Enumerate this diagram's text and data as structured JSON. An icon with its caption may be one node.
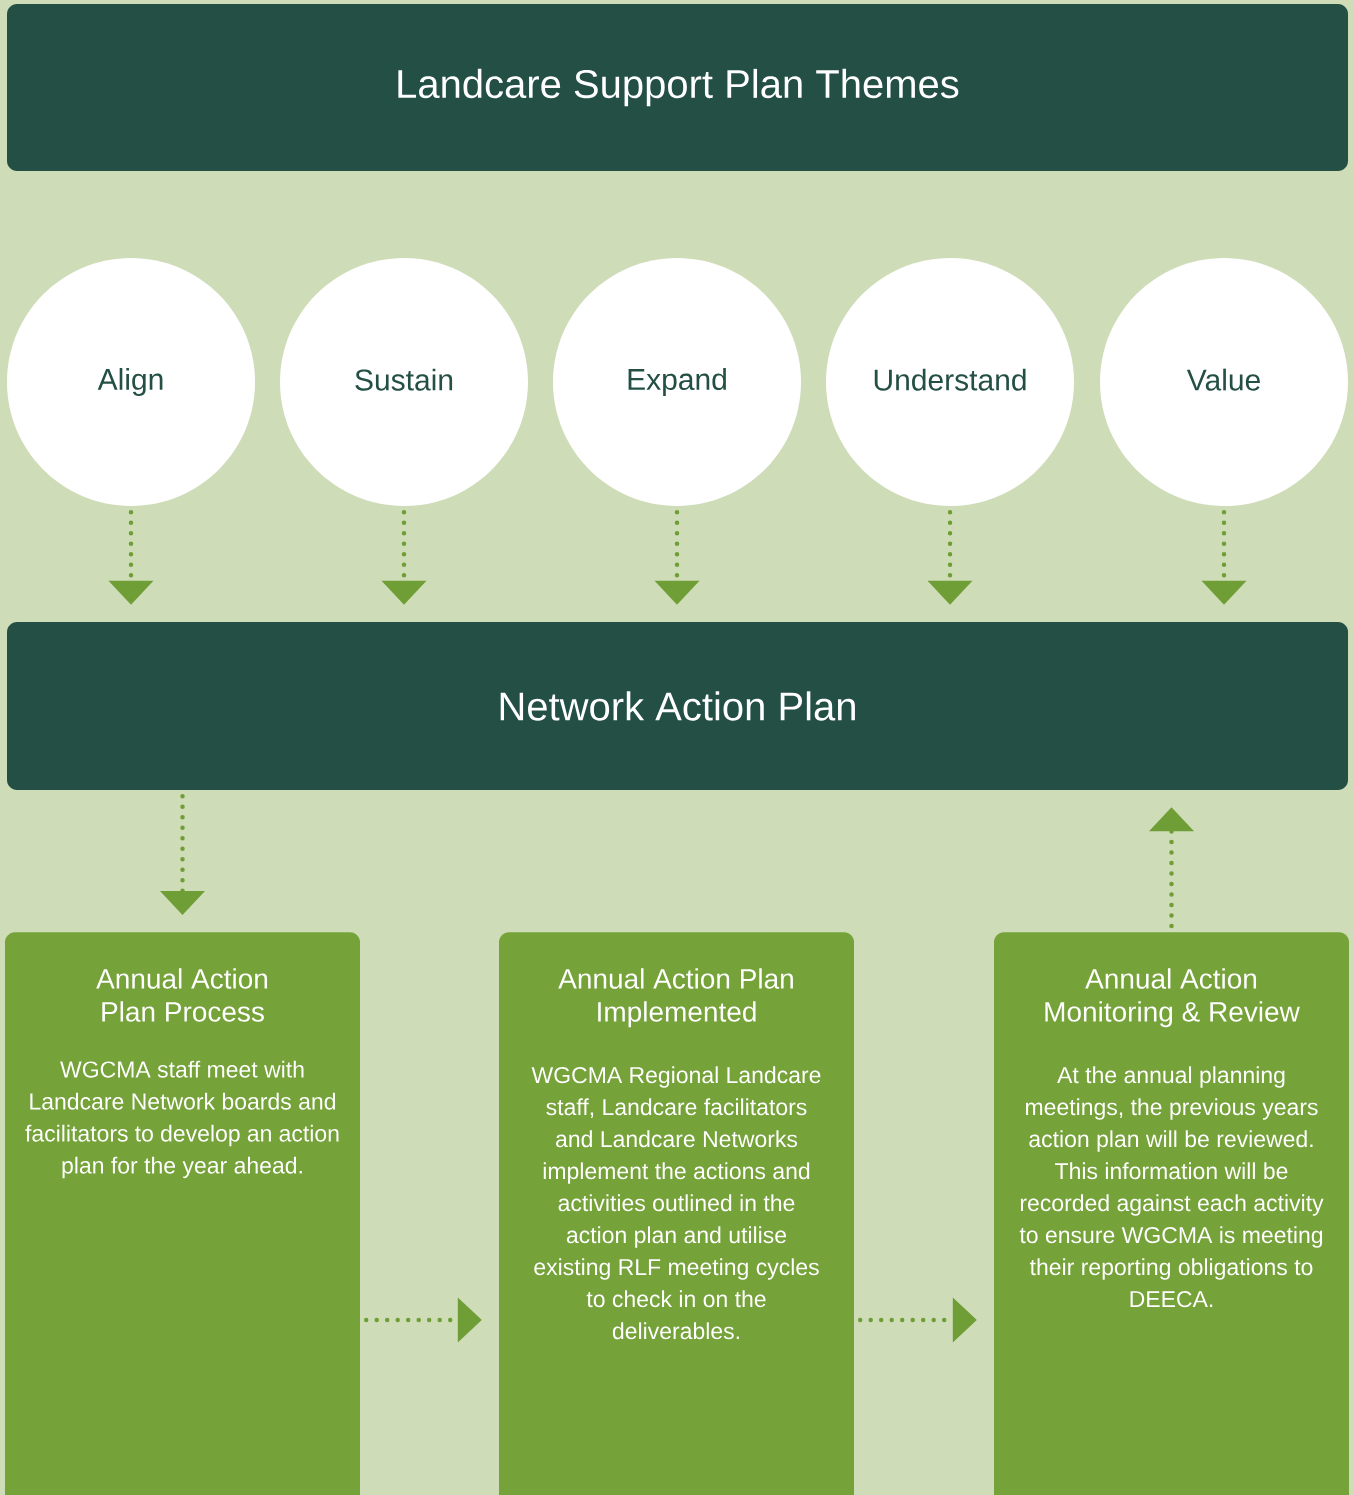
{
  "diagram": {
    "nodes": [
      {
        "text": [
          "Landcare Support Plan Themes"
        ]
      },
      {
        "text": [
          "Align"
        ]
      },
      {
        "text": [
          "Sustain"
        ]
      },
      {
        "text": [
          "Expand"
        ]
      },
      {
        "text": [
          "Understand"
        ]
      },
      {
        "text": [
          "Value"
        ]
      },
      {
        "text": [
          "Network Action Plan"
        ]
      },
      {
        "text": [
          "Annual Action Plan Process",
          "WGCMA staff meet with Landcare Network boards and facilitators to develop an action plan for the year ahead."
        ]
      },
      {
        "text": [
          "Annual Action Plan Implemented",
          "WGCMA Regional Landcare staff, Landcare facilitators and Landcare Networks implement the actions and activities outlined in the action plan and utilise existing RLF meeting cycles to check in on the deliverables."
        ]
      },
      {
        "text": [
          "Annual Action Monitoring & Review",
          "At the annual planning meetings, the previous years action plan will be reviewed. This information will be recorded against each activity to ensure WGCMA is meeting their reporting obligations to DEECA."
        ]
      }
    ],
    "edges": [
      {
        "from": 1,
        "to": 6,
        "arrow": "to"
      },
      {
        "from": 2,
        "to": 6,
        "arrow": "to"
      },
      {
        "from": 3,
        "to": 6,
        "arrow": "to"
      },
      {
        "from": 4,
        "to": 6,
        "arrow": "to"
      },
      {
        "from": 5,
        "to": 6,
        "arrow": "to"
      },
      {
        "from": 6,
        "to": 7,
        "arrow": "to"
      },
      {
        "from": 7,
        "to": 8,
        "arrow": "to"
      },
      {
        "from": 8,
        "to": 9,
        "arrow": "to"
      },
      {
        "from": 9,
        "to": 6,
        "arrow": "to"
      }
    ]
  }
}
